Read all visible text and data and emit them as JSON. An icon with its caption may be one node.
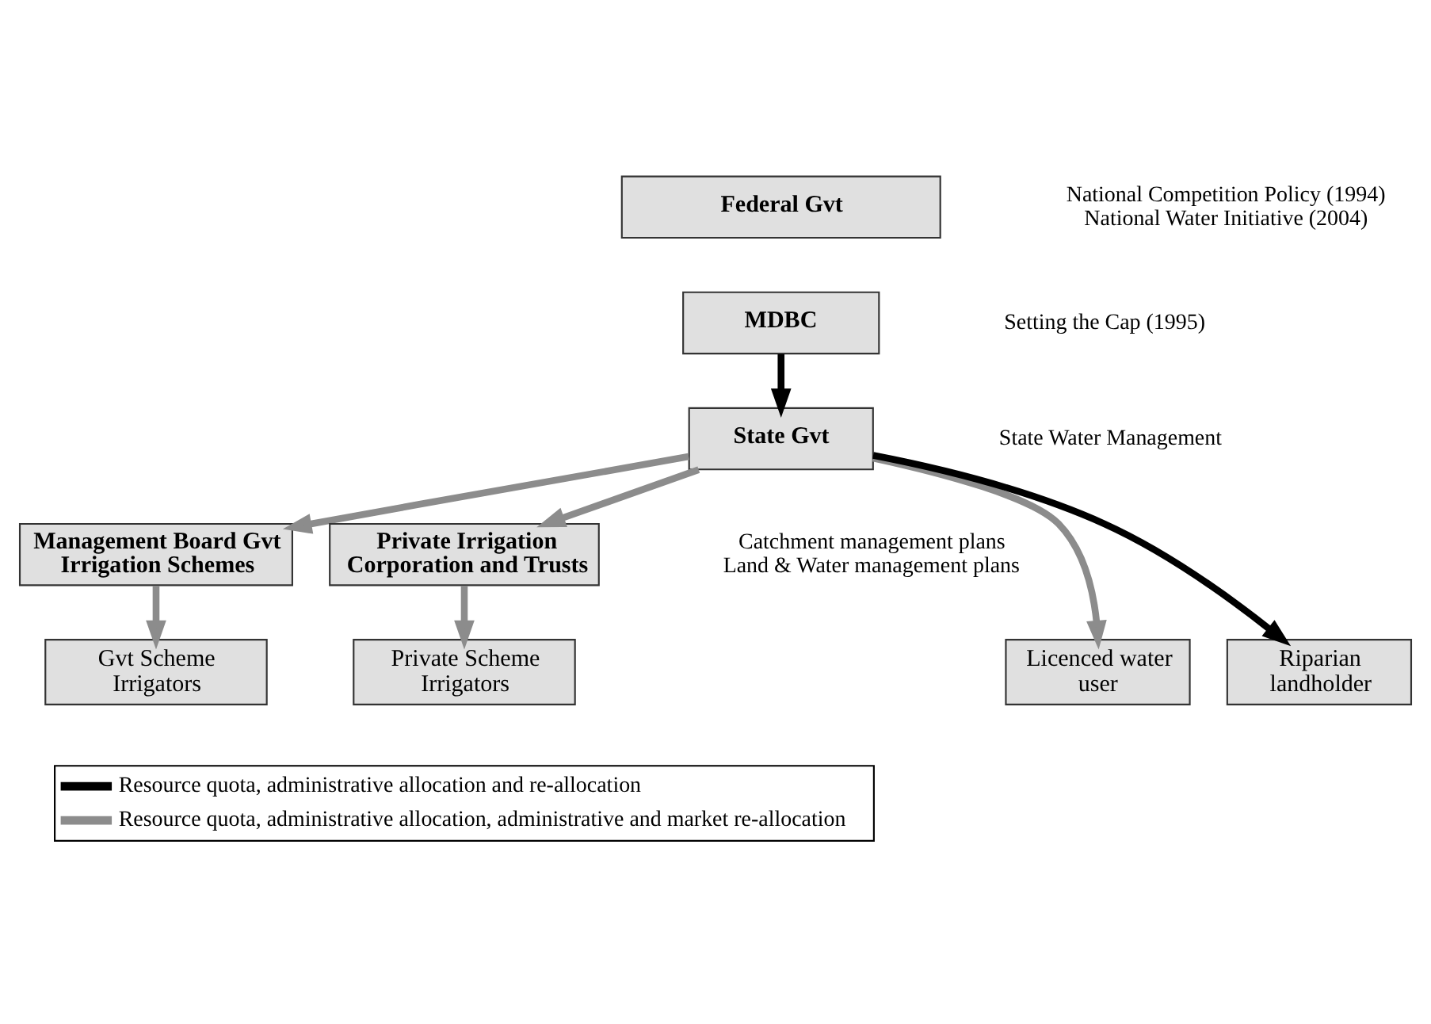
{
  "diagram": {
    "nodes": [
      {
        "text": [
          "Federal Gvt"
        ]
      },
      {
        "text": [
          "MDBC"
        ]
      },
      {
        "text": [
          "State Gvt"
        ]
      },
      {
        "text": [
          "Management Board Gvt Irrigation Schemes"
        ]
      },
      {
        "text": [
          "Private Irrigation Corporation and Trusts"
        ]
      },
      {
        "text": [
          "Gvt Scheme Irrigators"
        ]
      },
      {
        "text": [
          "Private Scheme Irrigators"
        ]
      },
      {
        "text": [
          "Licenced water user"
        ]
      },
      {
        "text": [
          "Riparian landholder"
        ]
      }
    ],
    "edges": [
      {
        "from": 1,
        "to": 2,
        "arrow": "to",
        "color": "#000000"
      },
      {
        "from": 2,
        "to": 3,
        "arrow": "to"
      },
      {
        "from": 2,
        "to": 4,
        "arrow": "to"
      },
      {
        "from": 2,
        "to": 7,
        "arrow": "to"
      },
      {
        "from": 2,
        "to": 8,
        "arrow": "to",
        "color": "#000000"
      },
      {
        "from": 3,
        "to": 5,
        "arrow": "to"
      },
      {
        "from": 4,
        "to": 6,
        "arrow": "to"
      }
    ],
    "labels": [
      "National Competition Policy (1994)",
      "National Water Initiative (2004)",
      "Setting the Cap (1995)",
      "State Water Management",
      "Catchment management plans",
      "Land & Water management plans"
    ],
    "legend": [
      {
        "text": "Resource quota, administrative allocation and re-allocation",
        "color": "#000000"
      },
      {
        "text": "Resource quota, administrative allocation, administrative and market re-allocation",
        "color": "#8c8c8c"
      }
    ]
  }
}
